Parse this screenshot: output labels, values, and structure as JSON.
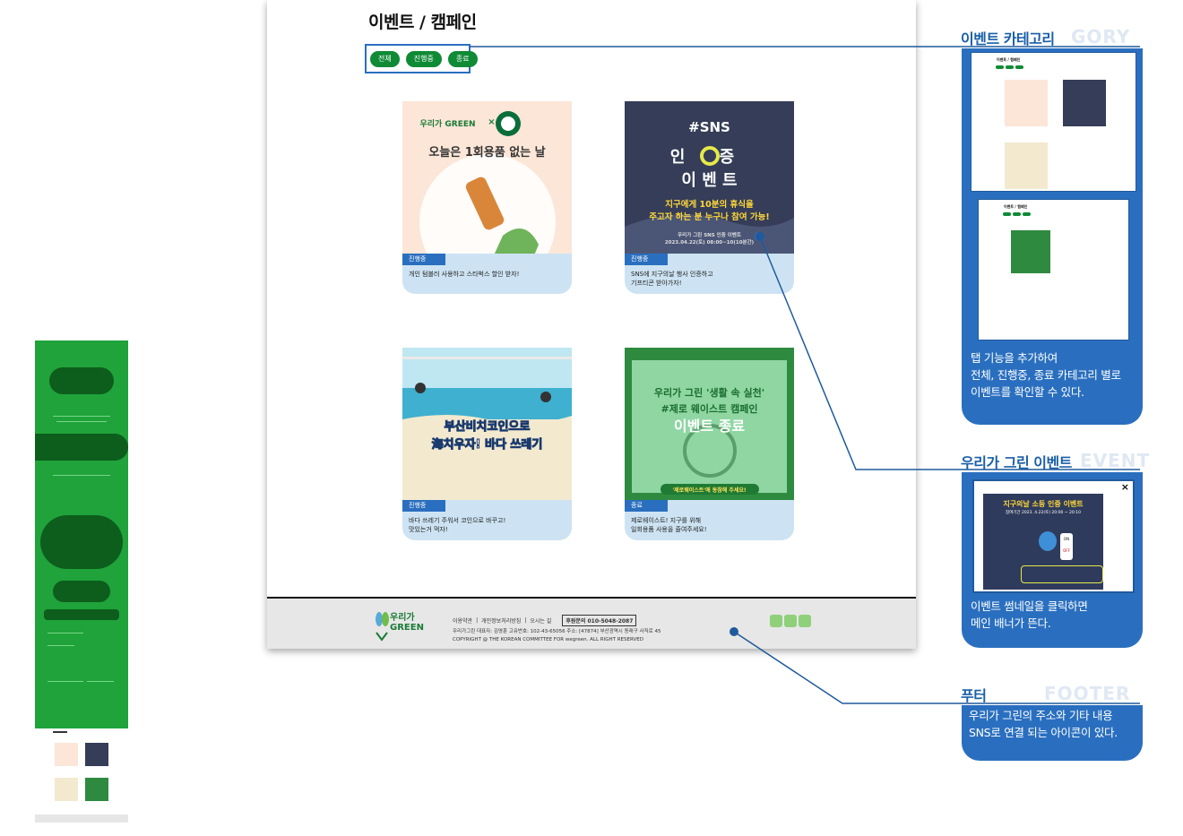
{
  "page": {
    "title": "이벤트 / 캠페인",
    "tabs": [
      "전체",
      "진행중",
      "종료"
    ]
  },
  "cards": [
    {
      "thumb_lines": [
        "우리가 GREEN",
        "×",
        "오늘은 1회용품 없는 날"
      ],
      "status": "진행중",
      "desc": "개인 텀블러 사용하고 스타벅스 할인 받자!"
    },
    {
      "thumb_lines": [
        "#SNS",
        "인 증",
        "이 벤 트",
        "지구에게 10분의 휴식을",
        "주고자 하는 분 누구나 참여 가능!",
        "우리가 그린 SNS 인증 이벤트",
        "2023.04.22(토) 08:00~10(10분간)"
      ],
      "status": "진행중",
      "desc": "SNS에 지구의날 행사 인증하고\n기프티콘 받아가자!"
    },
    {
      "thumb_lines": [
        "부산비치코인으로",
        "海치우자! 바다 쓰레기"
      ],
      "status": "진행중",
      "desc": "바다 쓰레기 주워서 코인으로 바꾸고!\n맛있는거 먹자!"
    },
    {
      "thumb_lines": [
        "우리가 그린 '생활 속 실천'",
        "#제로 웨이스트 캠페인",
        "이벤트 종료",
        "'제로웨이스트'에 동참해 주세요!"
      ],
      "status": "종료",
      "desc": "제로웨이스트! 지구를 위해\n일회용품 사용을 줄여주세요!"
    }
  ],
  "footer": {
    "logo_text": "우리가 GREEN",
    "links": [
      "이용약관",
      "개인정보처리방침",
      "오시는 길"
    ],
    "phone": "후원문의 010-5048-2087",
    "address": "우리가그린 대표자: 김영훈 고유번호: 102-43-65056 주소: [47874] 부산광역시 동래구 사직로 45\nCOPYRIGHT @ THE KOREAN COMMITTEE FOR wegreen. ALL RIGHT RESERVED",
    "sns_icons": [
      "facebook-icon",
      "instagram-icon",
      "youtube-icon"
    ]
  },
  "annotations": [
    {
      "title": "이벤트 카테고리",
      "ghost": "GORY",
      "text": "탭 기능을 추가하여\n전체, 진행중, 종료 카테고리 별로\n이벤트를 확인할 수 있다.",
      "shot_title": "이벤트 / 캠페인"
    },
    {
      "title": "우리가 그린 이벤트",
      "ghost": "EVENT",
      "text": "이벤트 썸네일을 클릭하면\n메인 배너가 뜬다.",
      "popup_lines": [
        "지구의날 소등 인증 이벤트",
        "참여기간 2023. 4.22(토) 20:00 ~ 20:10",
        "ON",
        "OFF"
      ]
    },
    {
      "title": "푸터",
      "ghost": "FOOTER",
      "text": "우리가 그린의 주소와 기타 내용\nSNS로 연결 되는 아이콘이 있다."
    }
  ],
  "colors": {
    "brand_green": "#0f8a35",
    "accent_blue": "#2a6fbf",
    "card_bg": "#cde3f3"
  }
}
